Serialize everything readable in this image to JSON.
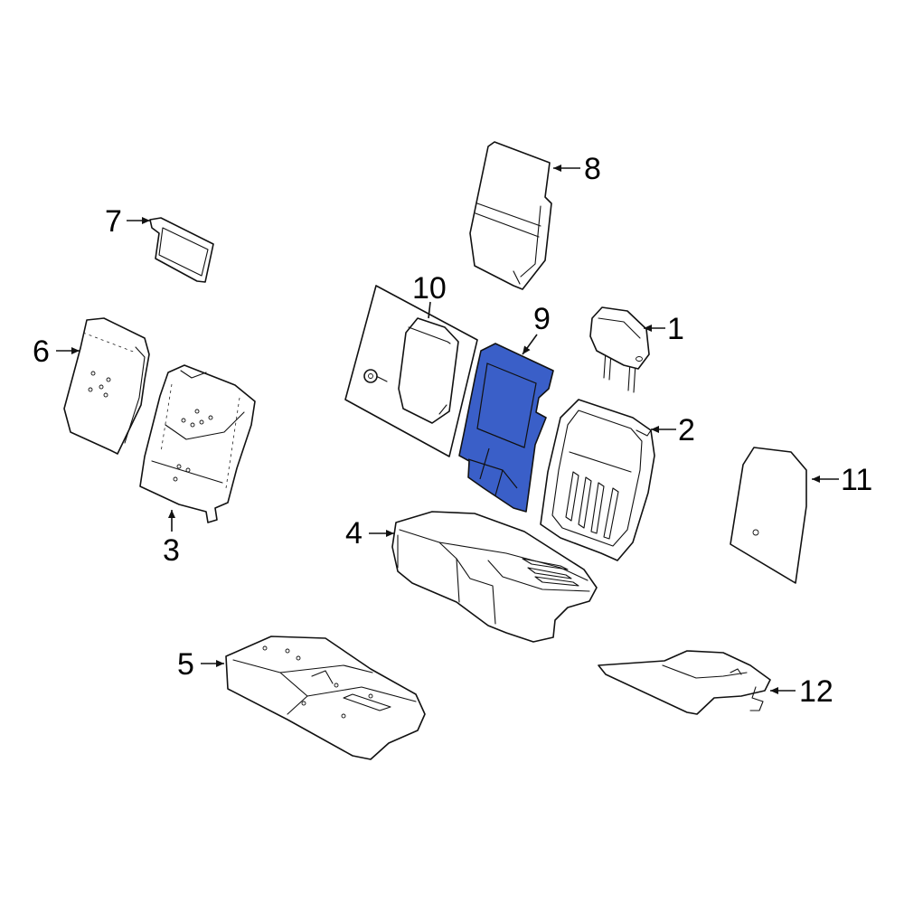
{
  "colors": {
    "highlight": "#3a5fc8",
    "line": "#111111",
    "background": "#ffffff"
  },
  "callouts": [
    {
      "id": "1",
      "part": "headrest"
    },
    {
      "id": "2",
      "part": "seat-back-cushion"
    },
    {
      "id": "3",
      "part": "seat-back-frame-pad"
    },
    {
      "id": "4",
      "part": "seat-cushion"
    },
    {
      "id": "5",
      "part": "seat-cushion-pad"
    },
    {
      "id": "6",
      "part": "seat-back-panel"
    },
    {
      "id": "7",
      "part": "small-panel"
    },
    {
      "id": "8",
      "part": "seat-back-cover"
    },
    {
      "id": "9",
      "part": "armrest-pad",
      "highlighted": true
    },
    {
      "id": "10",
      "part": "armrest-assembly"
    },
    {
      "id": "11",
      "part": "back-panel"
    },
    {
      "id": "12",
      "part": "heater-element"
    }
  ]
}
